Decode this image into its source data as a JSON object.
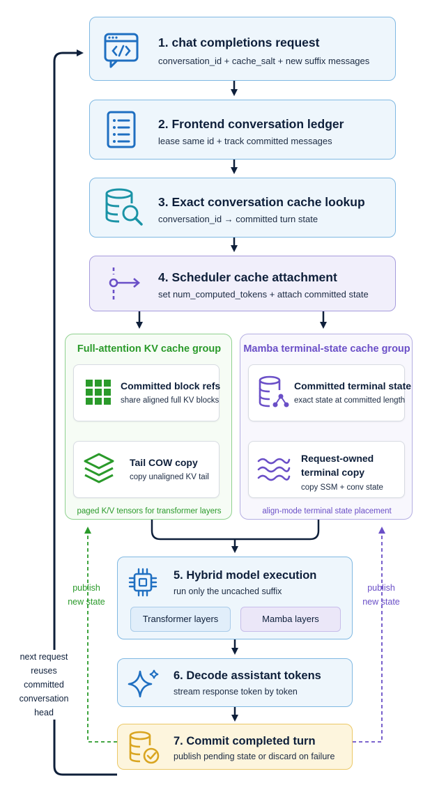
{
  "steps": {
    "s1": {
      "title": "1. chat completions request",
      "subtitle": "conversation_id + cache_salt + new suffix messages",
      "icon": "code-window-icon"
    },
    "s2": {
      "title": "2. Frontend conversation ledger",
      "subtitle": "lease same id + track committed messages",
      "icon": "list-icon"
    },
    "s3": {
      "title": "3. Exact conversation cache lookup",
      "subtitle": "conversation_id → committed turn state",
      "icon": "database-search-icon"
    },
    "s4": {
      "title": "4. Scheduler cache attachment",
      "subtitle": "set num_computed_tokens + attach committed state",
      "icon": "branch-arrow-icon"
    },
    "s5": {
      "title": "5. Hybrid model execution",
      "subtitle": "run only the uncached suffix",
      "icon": "chip-icon",
      "pills": [
        "Transformer layers",
        "Mamba layers"
      ]
    },
    "s6": {
      "title": "6. Decode assistant tokens",
      "subtitle": "stream response token by token",
      "icon": "sparkle-icon"
    },
    "s7": {
      "title": "7. Commit completed turn",
      "subtitle": "publish pending state or discard on failure",
      "icon": "database-check-icon"
    }
  },
  "groups": {
    "full": {
      "title": "Full-attention KV cache group",
      "footer": "paged K/V tensors for transformer layers",
      "boxes": [
        {
          "title": "Committed block refs",
          "subtitle": "share aligned full KV blocks",
          "icon": "grid-blocks-icon"
        },
        {
          "title": "Tail COW copy",
          "subtitle": "copy unaligned KV tail",
          "icon": "layers-icon"
        }
      ]
    },
    "mamba": {
      "title": "Mamba terminal-state cache group",
      "footer": "align-mode terminal state placement",
      "boxes": [
        {
          "title": "Committed terminal state",
          "subtitle": "exact state at committed length",
          "icon": "database-share-icon"
        },
        {
          "title_line1": "Request-owned",
          "title_line2": "terminal copy",
          "subtitle": "copy SSM + conv state",
          "icon": "waves-icon"
        }
      ]
    }
  },
  "side_labels": {
    "left_publish": [
      "publish",
      "new state"
    ],
    "right_publish": [
      "publish",
      "new state"
    ],
    "loop": [
      "next request",
      "reuses",
      "committed",
      "conversation",
      "head"
    ]
  },
  "colors": {
    "navy": "#0e1f3a",
    "blue_icon": "#1f6fc1",
    "teal_icon": "#1a93a6",
    "purple": "#6a4fc7",
    "green": "#2a9a2a",
    "gold": "#d9a521"
  }
}
